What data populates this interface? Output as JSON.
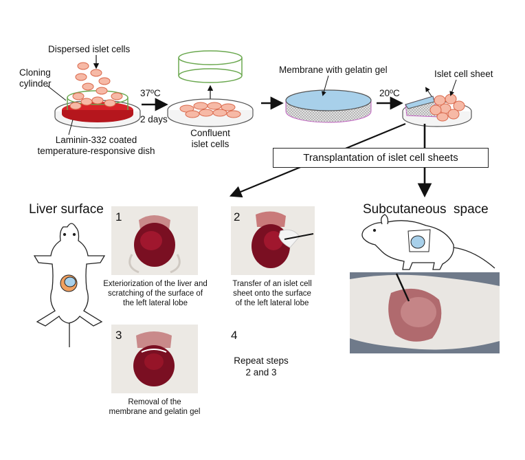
{
  "top": {
    "dispersed_islet_cells": "Dispersed islet cells",
    "cloning_cylinder": "Cloning\ncylinder",
    "temp_37": "37ºC",
    "two_days": "2 days",
    "laminin_dish": "Laminin-332 coated\ntemperature-responsive dish",
    "confluent_cells": "Confluent\nislet cells",
    "membrane_gel": "Membrane with gelatin gel",
    "temp_20": "20ºC",
    "islet_cell_sheet": "Islet cell sheet"
  },
  "transplantation_label": "Transplantation of islet cell sheets",
  "liver": {
    "title": "Liver surface",
    "steps": [
      {
        "num": "1",
        "caption": "Exteriorization of the liver and\nscratching of the surface of\nthe left lateral lobe"
      },
      {
        "num": "2",
        "caption": "Transfer of an islet cell\nsheet onto the surface\nof the left lateral lobe"
      },
      {
        "num": "3",
        "caption": "Removal of the\nmembrane and gelatin gel"
      },
      {
        "num": "4",
        "caption": "Repeat steps\n2 and 3"
      }
    ]
  },
  "subcutaneous": {
    "title": "Subcutaneous  space"
  },
  "colors": {
    "cell_fill": "#f6b9a6",
    "cell_stroke": "#d9674a",
    "dish_red": "#d8232a",
    "membrane_blue": "#a8d0ea",
    "liver_dark": "#7a0f22"
  }
}
